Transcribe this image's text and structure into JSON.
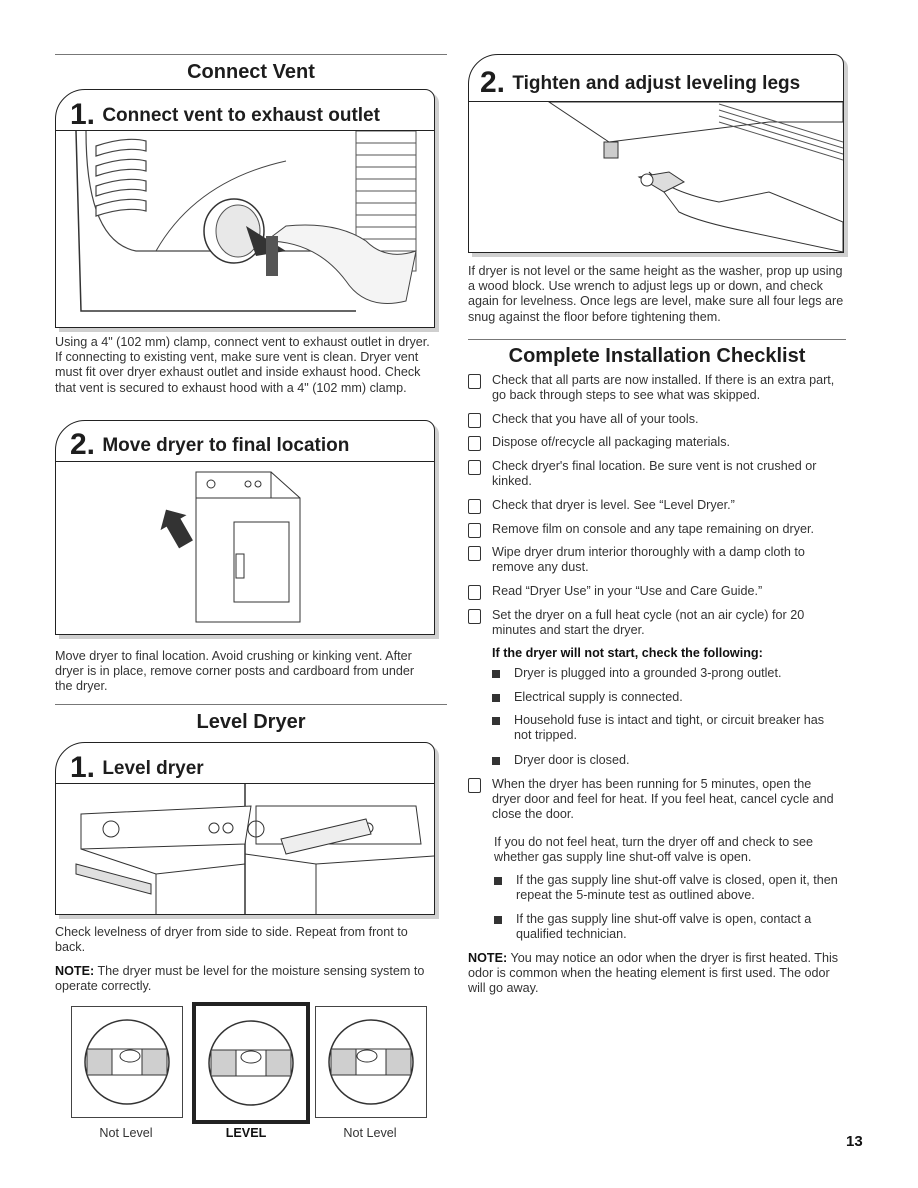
{
  "left": {
    "connect_vent": {
      "title": "Connect Vent",
      "step1": {
        "num": "1.",
        "title": "Connect vent to exhaust outlet",
        "text": "Using a 4\" (102 mm) clamp, connect vent to exhaust outlet in dryer. If connecting to existing vent, make sure vent is clean. Dryer vent must fit over dryer exhaust outlet and inside exhaust hood. Check that vent is secured to exhaust hood with a 4\" (102 mm) clamp."
      },
      "step2": {
        "num": "2.",
        "title": "Move dryer to final location",
        "text": "Move dryer to final location. Avoid crushing or kinking vent. After dryer is in place, remove corner posts and cardboard from under the dryer."
      }
    },
    "level_dryer": {
      "title": "Level Dryer",
      "step1": {
        "num": "1.",
        "title": "Level dryer",
        "text": "Check levelness of dryer from side to side. Repeat from front to back.",
        "note_label": "NOTE:",
        "note": " The dryer must be level for the moisture sensing system to operate correctly."
      },
      "levels": [
        {
          "caption": "Not Level",
          "selected": false
        },
        {
          "caption": "LEVEL",
          "selected": true
        },
        {
          "caption": "Not Level",
          "selected": false
        }
      ]
    }
  },
  "right": {
    "step2": {
      "num": "2.",
      "title": "Tighten and adjust leveling legs",
      "text": "If dryer is not level or the same height as the washer, prop up using a wood block. Use wrench to adjust legs up or down, and check again for levelness. Once legs are level, make sure all four legs are snug against the floor before tightening them."
    },
    "checklist": {
      "title": "Complete Installation Checklist",
      "items": [
        "Check that all parts are now installed. If there is an extra part, go back through steps to see what was skipped.",
        "Check that you have all of your tools.",
        "Dispose of/recycle all packaging materials.",
        "Check dryer's final location. Be sure vent is not crushed or kinked.",
        "Check that dryer is level. See “Level Dryer.”",
        "Remove film on console and any tape remaining on dryer.",
        "Wipe dryer drum interior thoroughly with a damp cloth to remove any dust.",
        "Read “Dryer Use” in your “Use and Care Guide.”",
        "Set the dryer on a full heat cycle (not an air cycle) for 20 minutes and start the dryer."
      ],
      "not_start_heading": "If the dryer will not start, check the following:",
      "not_start_items": [
        "Dryer is plugged into a grounded 3-prong outlet.",
        "Electrical supply is connected.",
        "Household fuse is intact and tight, or circuit breaker has not tripped.",
        "Dryer door is closed."
      ],
      "heat_item": "When the dryer has been running for 5 minutes, open the dryer door and feel for heat. If you feel heat, cancel cycle and close the door.",
      "no_heat_text": "If you do not feel heat, turn the dryer off and check to see whether gas supply line shut-off valve is open.",
      "gas_items": [
        "If the gas supply line shut-off valve is closed, open it, then repeat the 5-minute test as outlined above.",
        "If the gas supply line shut-off valve is open, contact a qualified technician."
      ],
      "note_label": "NOTE:",
      "note": " You may notice an odor when the dryer is first heated. This odor is common when the heating element is first used. The odor will go away."
    }
  },
  "page_number": "13"
}
